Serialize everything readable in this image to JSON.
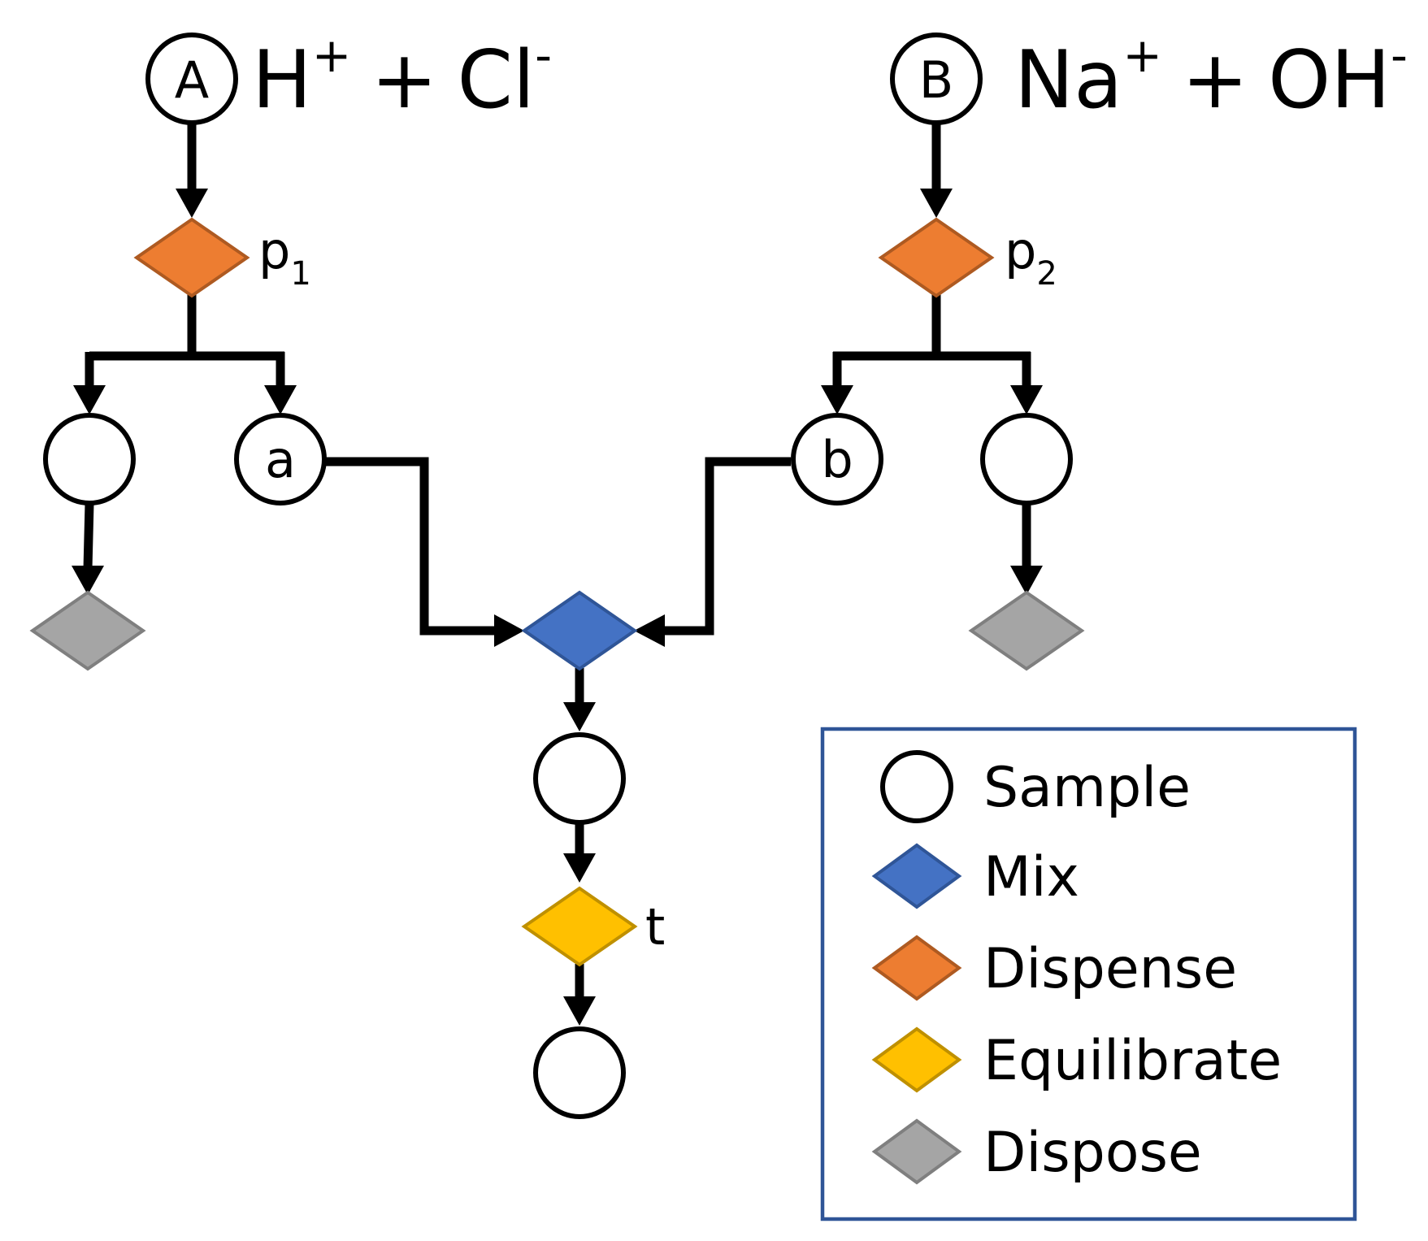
{
  "source_a": {
    "badge": "A",
    "ion1": "H",
    "ion1_charge": "+",
    "plus": "+",
    "ion2": "Cl",
    "ion2_charge": "-"
  },
  "source_b": {
    "badge": "B",
    "ion1": "Na",
    "ion1_charge": "+",
    "plus": "+",
    "ion2": "OH",
    "ion2_charge": "-"
  },
  "labels": {
    "p1": "p",
    "p1_sub": "1",
    "p2": "p",
    "p2_sub": "2",
    "sample_a": "a",
    "sample_b": "b",
    "equilibrate_time": "t"
  },
  "colors": {
    "mix": "#4472C4",
    "mix_stroke": "#2F5597",
    "dispense": "#ED7D31",
    "dispense_stroke": "#AE5A21",
    "equilibrate": "#FFC000",
    "equilibrate_stroke": "#BF9000",
    "dispose": "#A5A5A5",
    "dispose_stroke": "#7F7F7F",
    "legend_border": "#2F5597"
  },
  "legend": {
    "items": [
      {
        "label": "Sample",
        "icon": "sample-circle-icon"
      },
      {
        "label": "Mix",
        "icon": "mix-diamond-icon"
      },
      {
        "label": "Dispense",
        "icon": "dispense-diamond-icon"
      },
      {
        "label": "Equilibrate",
        "icon": "equilibrate-diamond-icon"
      },
      {
        "label": "Dispose",
        "icon": "dispose-diamond-icon"
      }
    ]
  }
}
